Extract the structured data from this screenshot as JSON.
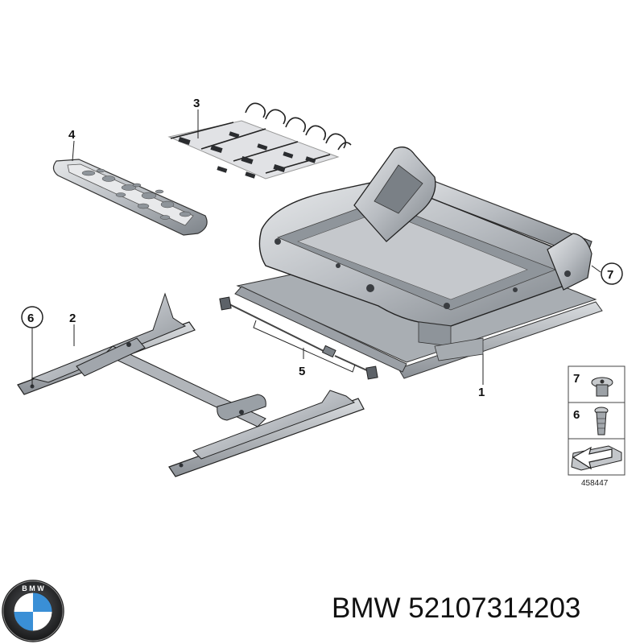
{
  "callouts": {
    "c1": "1",
    "c2": "2",
    "c3": "3",
    "c4": "4",
    "c5": "5",
    "c6": "6",
    "c7": "7"
  },
  "legend": {
    "row_top": "7",
    "row_mid": "6",
    "diagram_number": "458447"
  },
  "footer": {
    "brand": "BMW",
    "part_number": "52107314203"
  },
  "colors": {
    "part_fill": "#b9bdc2",
    "part_dark": "#6f757b",
    "part_light": "#e3e5e7",
    "line": "#222222",
    "logo_blue": "#3a8fd6"
  },
  "icons": {
    "logo": "bmw-roundel-icon",
    "screw_flat": "torx-screw-icon",
    "screw_long": "bolt-icon",
    "arrow": "direction-arrow-icon"
  }
}
